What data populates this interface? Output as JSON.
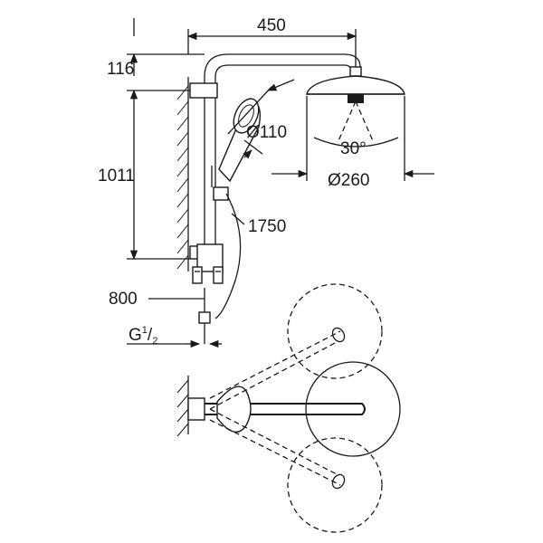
{
  "dimensions": {
    "width_450": "450",
    "height_116": "116",
    "height_1011": "1011",
    "hand_diameter": "Ø110",
    "head_angle": "30°",
    "head_diameter": "Ø260",
    "hose_length": "1750",
    "outlet_height": "800",
    "thread_prefix": "G",
    "thread_num": "1",
    "thread_slash": "/",
    "thread_den": "2"
  }
}
